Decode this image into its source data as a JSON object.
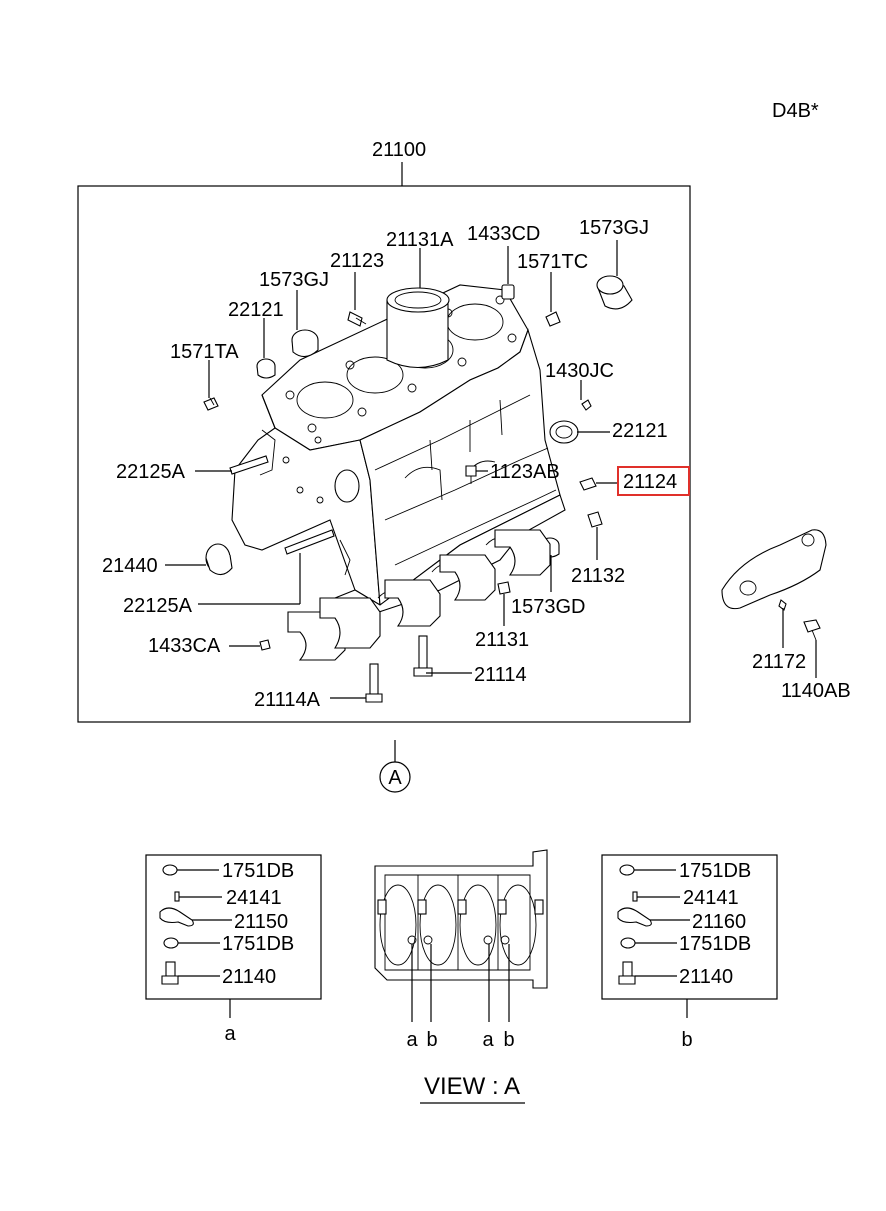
{
  "engine_code": "D4B*",
  "assembly": "21100",
  "labels": {
    "p21131A": "21131A",
    "p1433CD": "1433CD",
    "p1573GJ_top": "1573GJ",
    "p21123": "21123",
    "p1573GJ_left": "1573GJ",
    "p1571TC": "1571TC",
    "p22121_left": "22121",
    "p1571TA": "1571TA",
    "p1430JC": "1430JC",
    "p22121_right": "22121",
    "p22125A_upper": "22125A",
    "p1123AB": "1123AB",
    "p21124": "21124",
    "p21440": "21440",
    "p21132": "21132",
    "p22125A_lower": "22125A",
    "p1573GD": "1573GD",
    "p1433CA": "1433CA",
    "p21131": "21131",
    "p21114": "21114",
    "p21114A": "21114A",
    "p21172": "21172",
    "p1140AB": "1140AB"
  },
  "highlighted_part": "21124",
  "highlight_color": "#e0302a",
  "view_marker": "A",
  "view_title": "VIEW : A",
  "detail_a": {
    "items": [
      "1751DB",
      "24141",
      "21150",
      "1751DB",
      "21140"
    ],
    "caption": "a"
  },
  "detail_b": {
    "items": [
      "1751DB",
      "24141",
      "21160",
      "1751DB",
      "21140"
    ],
    "caption": "b"
  },
  "view_a_markers": [
    "a",
    "b",
    "a",
    "b"
  ]
}
